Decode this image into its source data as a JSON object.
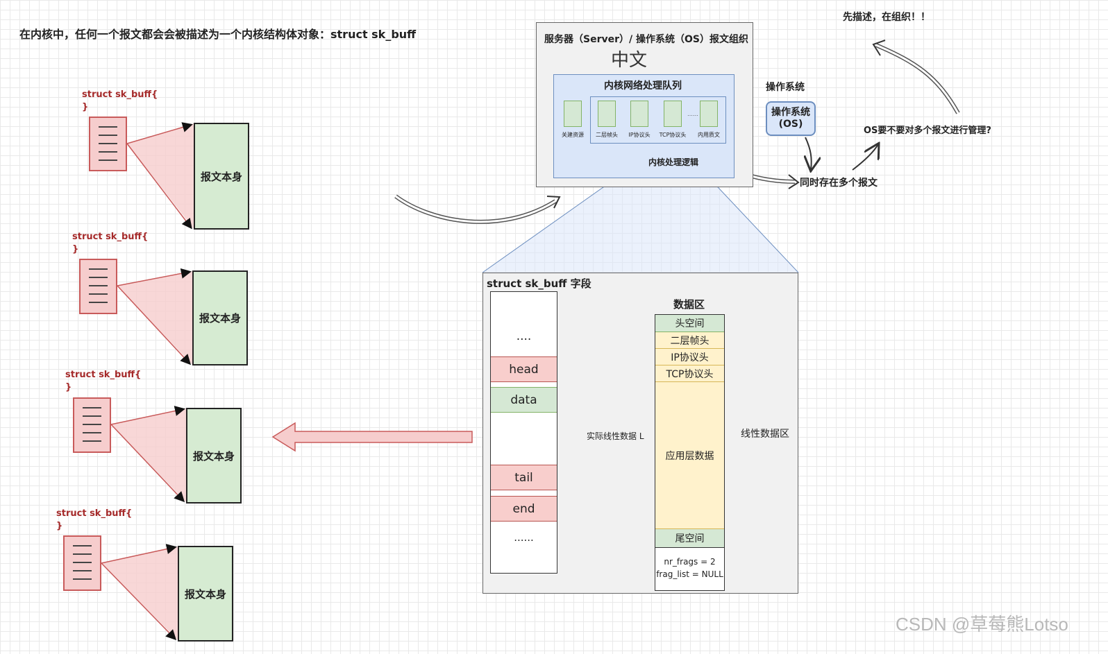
{
  "top_note": "在内核中，任何一个报文都会会被描述为一个内核结构体对象：struct sk_buff",
  "top_right_note": "先描述，在组织！！",
  "packets": [
    {
      "code_line1": "struct sk_buff{",
      "code_line2": "}",
      "body_label": "报文本身"
    },
    {
      "code_line1": "struct sk_buff{",
      "code_line2": "}",
      "body_label": "报文本身"
    },
    {
      "code_line1": "struct sk_buff{",
      "code_line2": "}",
      "body_label": "报文本身"
    },
    {
      "code_line1": "struct sk_buff{",
      "code_line2": "}",
      "body_label": "报文本身"
    }
  ],
  "server": {
    "title": "服务器（Server）/ 操作系统（OS）报文组织",
    "handwritten": "中文",
    "queue_title": "内核网络处理队列",
    "queue_items": [
      "关建资源",
      "二层帧头",
      "IP协议头",
      "TCP协议头",
      "内用质文"
    ],
    "ellipsis": "……",
    "logic_label": "内核处理逻辑"
  },
  "os": {
    "heading": "操作系统",
    "box_label": "操作系统\n(OS)",
    "multi_label": "同时存在多个报文",
    "question": "OS要不要对多个报文进行管理?"
  },
  "skbuff": {
    "title": "struct sk_buff 字段",
    "fields": [
      "....",
      "head",
      "data",
      "tail",
      "end",
      "......"
    ],
    "data_area_title": "数据区",
    "segments": [
      "头空间",
      "二层帧头",
      "IP协议头",
      "TCP协议头",
      "应用层数据",
      "尾空间"
    ],
    "frags_line1": "nr_frags = 2",
    "frags_line2": "frag_list = NULL",
    "actual_linear_label": "实际线性数据 L",
    "linear_area_label": "线性数据区"
  },
  "watermark": "CSDN @草莓熊Lotso",
  "colors": {
    "packet_fill": "#f6cdcd",
    "packet_border": "#c85a5a",
    "body_fill": "#d6ebd2",
    "queue_fill": "#dae6f9",
    "queue_border": "#6c8ebf",
    "data_fill": "#fff2cc",
    "data_border": "#d6b656",
    "green_fill": "#d5e8d4",
    "red_field": "#f8cecc"
  }
}
